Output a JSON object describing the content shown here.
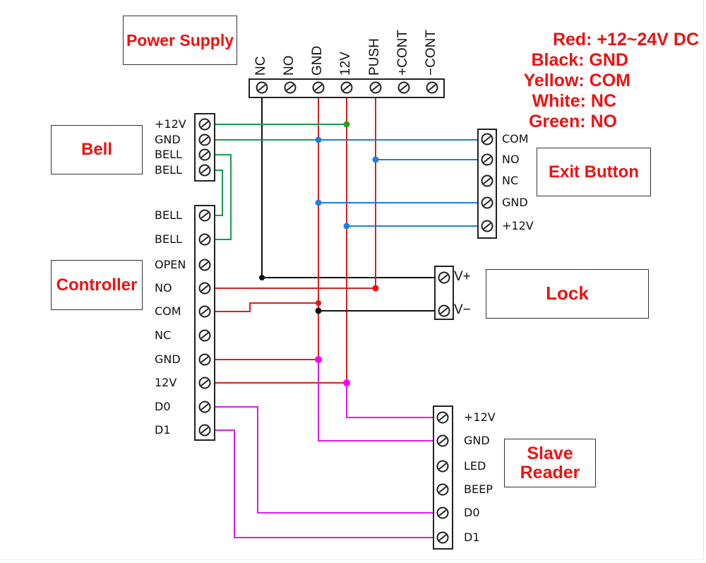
{
  "title": "Access Control Wiring Diagram",
  "colors": {
    "label_red": "#ee1111",
    "wire_red": "#d62020",
    "wire_black": "#111111",
    "wire_green": "#1a9a50",
    "wire_blue": "#1e7de0",
    "wire_magenta": "#d81ee0",
    "dot_green": "#2e9a1e",
    "dot_magenta": "#ff00ff"
  },
  "legend": [
    {
      "text": "Red: +12~24V DC"
    },
    {
      "text": "Black: GND"
    },
    {
      "text": "Yellow: COM"
    },
    {
      "text": "White: NC"
    },
    {
      "text": "Green: NO"
    }
  ],
  "components": {
    "power_supply": {
      "label": "Power Supply",
      "terminals": [
        "NC",
        "NO",
        "GND",
        "12V",
        "PUSH",
        "+CONT",
        "−CONT"
      ]
    },
    "bell": {
      "label": "Bell",
      "terminals": [
        "+12V",
        "GND",
        "BELL",
        "BELL"
      ]
    },
    "controller": {
      "label": "Controller",
      "terminals": [
        "BELL",
        "BELL",
        "OPEN",
        "NO",
        "COM",
        "NC",
        "GND",
        "12V",
        "D0",
        "D1"
      ]
    },
    "exit_button": {
      "label": "Exit Button",
      "terminals": [
        "COM",
        "NO",
        "NC",
        "GND",
        "+12V"
      ]
    },
    "lock": {
      "label": "Lock",
      "terminals": [
        "V+",
        "V−"
      ]
    },
    "slave_reader": {
      "label_line1": "Slave",
      "label_line2": "Reader",
      "terminals": [
        "+12V",
        "GND",
        "LED",
        "BEEP",
        "D0",
        "D1"
      ]
    }
  },
  "connections": [
    {
      "from": "power_supply.12V",
      "to": "bell.+12V",
      "color": "green"
    },
    {
      "from": "power_supply.GND",
      "to": "bell.GND",
      "color": "green"
    },
    {
      "from": "bell.BELL",
      "to": "controller.BELL",
      "color": "green"
    },
    {
      "from": "bell.BELL",
      "to": "controller.BELL",
      "color": "green"
    },
    {
      "from": "power_supply.GND",
      "to": "exit_button.COM",
      "color": "blue"
    },
    {
      "from": "power_supply.PUSH",
      "to": "exit_button.NO",
      "color": "blue"
    },
    {
      "from": "power_supply.GND",
      "to": "exit_button.GND",
      "color": "blue"
    },
    {
      "from": "power_supply.12V",
      "to": "exit_button.+12V",
      "color": "blue"
    },
    {
      "from": "power_supply.NC",
      "to": "lock.V+",
      "color": "black"
    },
    {
      "from": "controller.NO",
      "to": "power_supply.PUSH",
      "color": "red"
    },
    {
      "from": "controller.COM",
      "to": "power_supply.GND",
      "color": "red"
    },
    {
      "from": "power_supply.GND",
      "to": "lock.V−",
      "color": "black"
    },
    {
      "from": "controller.GND",
      "to": "power_supply.GND",
      "color": "red"
    },
    {
      "from": "controller.12V",
      "to": "power_supply.12V",
      "color": "red"
    },
    {
      "from": "power_supply.12V",
      "to": "slave_reader.+12V",
      "color": "magenta"
    },
    {
      "from": "power_supply.GND",
      "to": "slave_reader.GND",
      "color": "magenta"
    },
    {
      "from": "controller.D0",
      "to": "slave_reader.D0",
      "color": "magenta"
    },
    {
      "from": "controller.D1",
      "to": "slave_reader.D1",
      "color": "magenta"
    }
  ]
}
